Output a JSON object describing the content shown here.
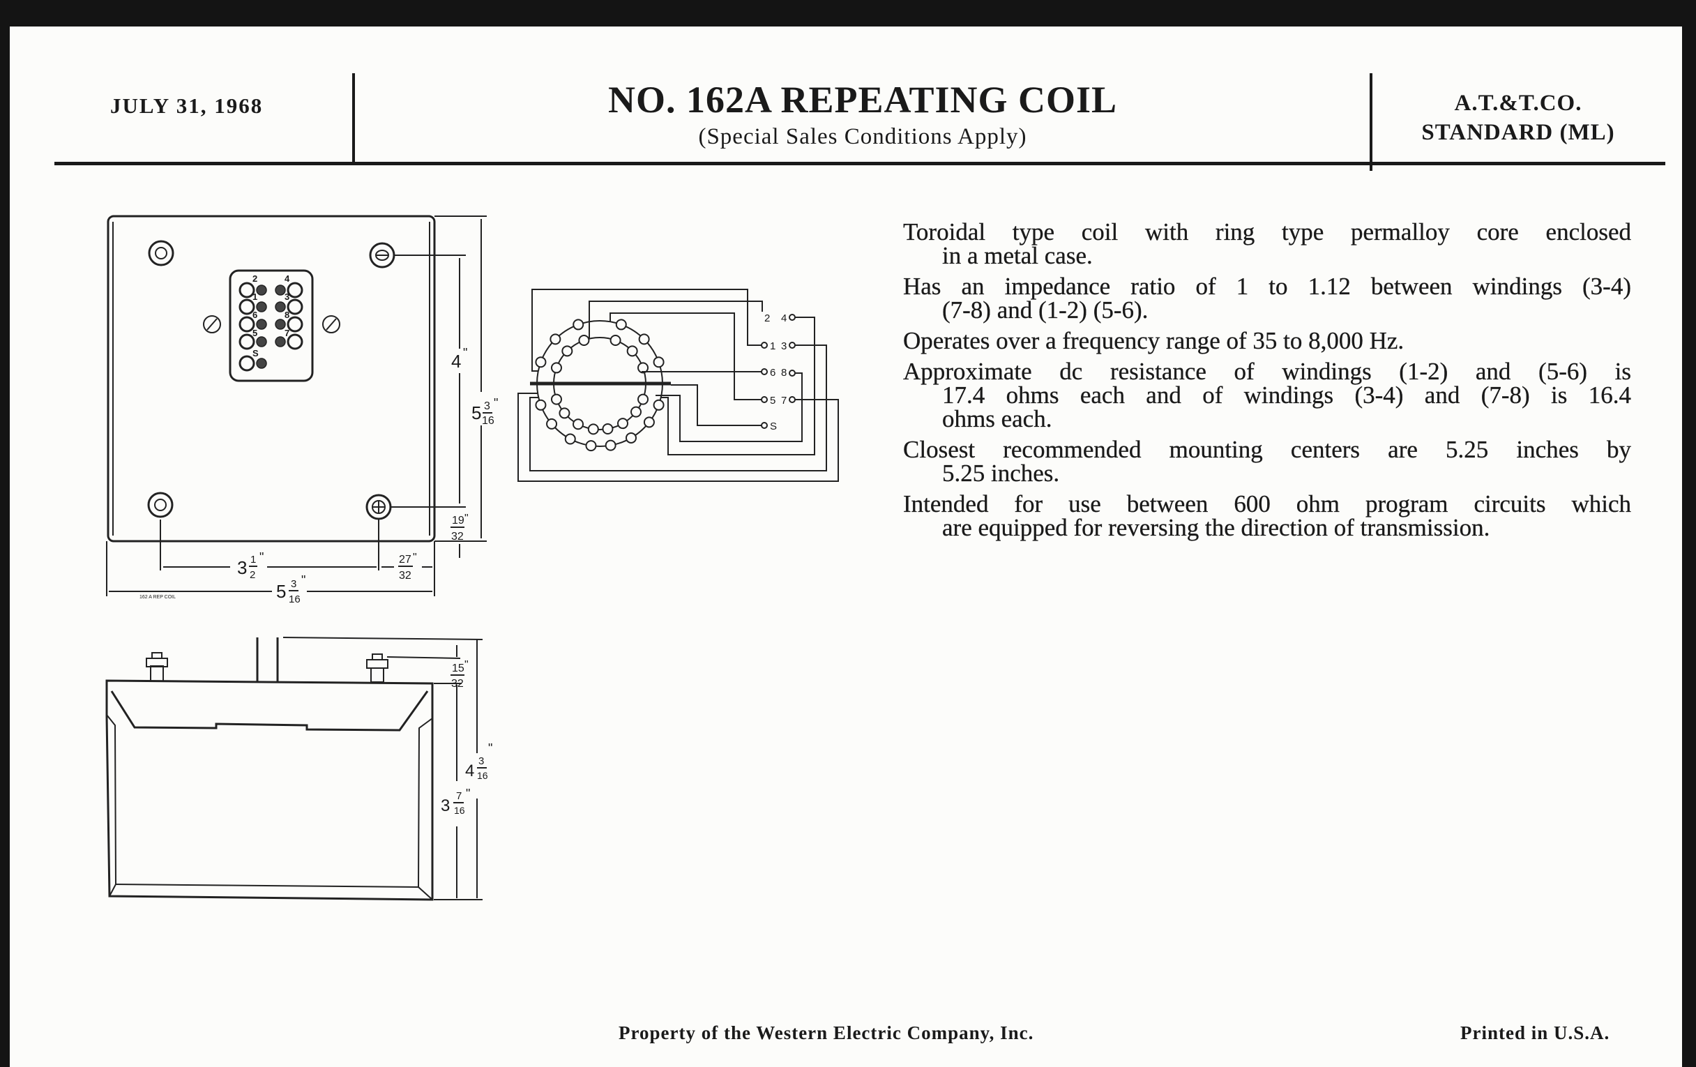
{
  "header": {
    "date": "JULY 31, 1968",
    "title": "NO. 162A REPEATING COIL",
    "subtitle": "(Special Sales Conditions Apply)",
    "org": "A.T.&T.CO.",
    "standard": "STANDARD (ML)"
  },
  "description": [
    {
      "lines": [
        "Toroidal type coil with ring type permalloy core enclosed",
        "in a metal case."
      ]
    },
    {
      "lines": [
        "Has an impedance ratio of 1 to 1.12 between windings (3-4)",
        "(7-8) and (1-2) (5-6)."
      ]
    },
    {
      "lines": [
        "Operates over a frequency range of 35 to 8,000 Hz."
      ]
    },
    {
      "lines": [
        "Approximate dc resistance of windings (1-2) and (5-6) is",
        "17.4 ohms each and of windings (3-4) and (7-8) is 16.4",
        "ohms each."
      ]
    },
    {
      "lines": [
        "Closest recommended mounting centers are 5.25 inches by",
        "5.25 inches."
      ]
    },
    {
      "lines": [
        "Intended for use between 600 ohm program circuits which",
        "are equipped for reversing the direction of transmission."
      ]
    }
  ],
  "top_view": {
    "terminals_left": [
      "2",
      "1",
      "6",
      "5",
      "S"
    ],
    "terminals_right": [
      "4",
      "3",
      "8",
      "7"
    ],
    "dims": {
      "mount_v": {
        "whole": "4",
        "mark": "\""
      },
      "height": {
        "whole": "5",
        "num": "3",
        "den": "16",
        "mark": "\""
      },
      "bottom_offset": {
        "num": "19",
        "den": "32",
        "mark": "\""
      },
      "mount_h": {
        "whole": "3",
        "num": "1",
        "den": "2",
        "mark": "\""
      },
      "right_offset": {
        "num": "27",
        "den": "32",
        "mark": "\""
      },
      "width": {
        "whole": "5",
        "num": "3",
        "den": "16",
        "mark": "\""
      }
    },
    "note": "162 A REP COIL"
  },
  "side_view": {
    "dims": {
      "stud": {
        "num": "15",
        "den": "32",
        "mark": "\""
      },
      "case": {
        "whole": "3",
        "num": "7",
        "den": "16",
        "mark": "\""
      },
      "overall": {
        "whole": "4",
        "num": "3",
        "den": "16",
        "mark": "\""
      }
    }
  },
  "schematic": {
    "terminals_left": [
      "2",
      "1",
      "6",
      "5",
      "S"
    ],
    "terminals_right": [
      "4",
      "3",
      "8",
      "7"
    ]
  },
  "footer": {
    "property": "Property of the Western Electric Company, Inc.",
    "printed": "Printed in U.S.A."
  }
}
